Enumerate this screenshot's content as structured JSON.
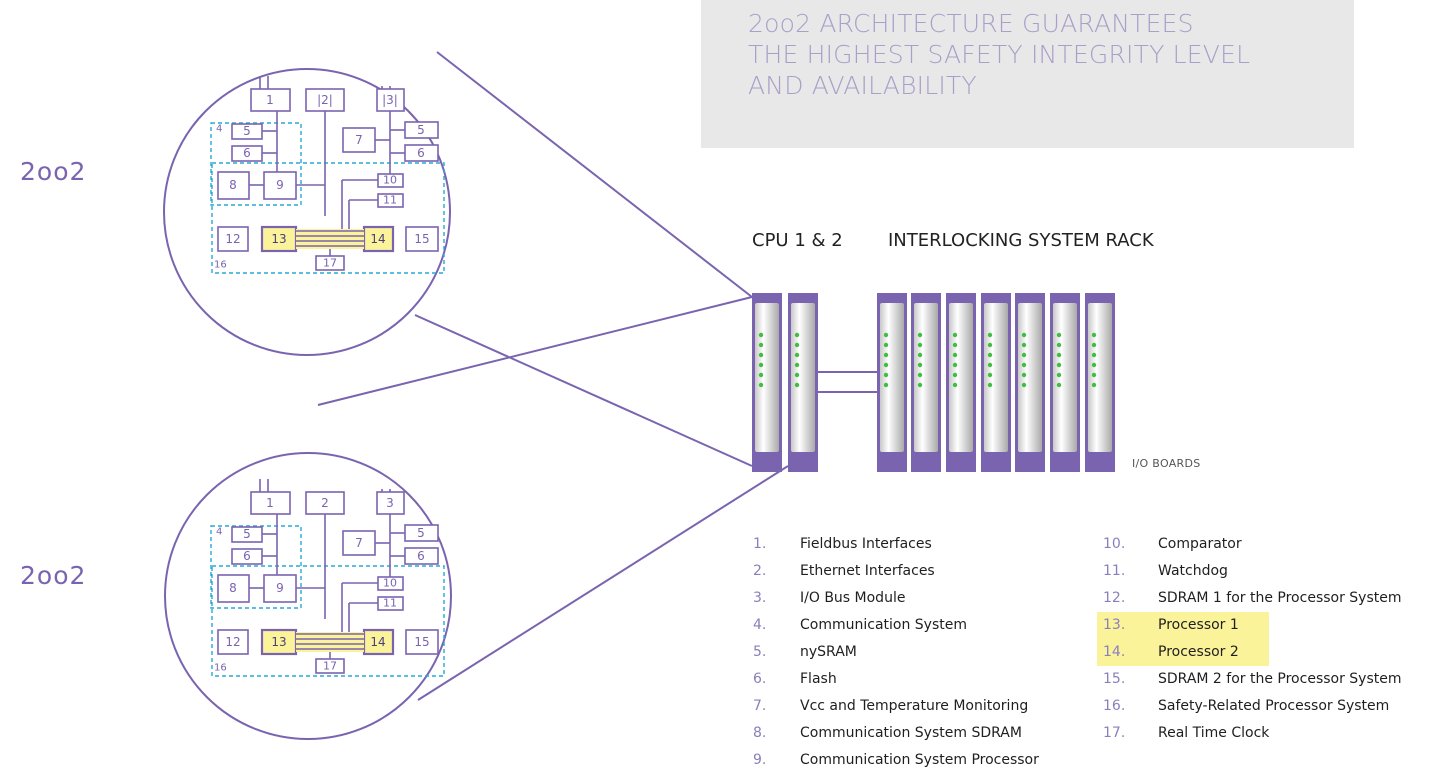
{
  "banner": {
    "lines": [
      "2oo2 ARCHITECTURE GUARANTEES",
      "THE HIGHEST SAFETY INTEGRITY LEVEL",
      "AND AVAILABILITY"
    ]
  },
  "arch_labels": [
    "2oo2",
    "2oo2"
  ],
  "rack": {
    "cpu_label": "CPU 1 & 2",
    "system_label": "INTERLOCKING SYSTEM RACK",
    "io_label": "I/O BOARDS"
  },
  "diagram_box_labels": {
    "top": [
      "1",
      "|2|",
      "|3|",
      "4",
      "5",
      "6",
      "7",
      "5",
      "6",
      "8",
      "9",
      "10",
      "11",
      "12",
      "13",
      "14",
      "15",
      "16",
      "17"
    ],
    "bottom": [
      "1",
      "2",
      "3",
      "4",
      "5",
      "6",
      "7",
      "5",
      "6",
      "8",
      "9",
      "10",
      "11",
      "12",
      "13",
      "14",
      "15",
      "16",
      "17"
    ]
  },
  "legend": {
    "left": [
      {
        "num": "1.",
        "text": "Fieldbus Interfaces"
      },
      {
        "num": "2.",
        "text": "Ethernet Interfaces"
      },
      {
        "num": "3.",
        "text": "I/O Bus Module"
      },
      {
        "num": "4.",
        "text": "Communication System"
      },
      {
        "num": "5.",
        "text": "nySRAM"
      },
      {
        "num": "6.",
        "text": "Flash"
      },
      {
        "num": "7.",
        "text": "Vcc and Temperature Monitoring"
      },
      {
        "num": "8.",
        "text": "Communication System SDRAM"
      },
      {
        "num": "9.",
        "text": "Communication System Processor"
      }
    ],
    "right": [
      {
        "num": "10.",
        "text": "Comparator",
        "highlight": false
      },
      {
        "num": "11.",
        "text": "Watchdog",
        "highlight": false
      },
      {
        "num": "12.",
        "text": "SDRAM 1 for the Processor System",
        "highlight": false
      },
      {
        "num": "13.",
        "text": "Processor 1",
        "highlight": true
      },
      {
        "num": "14.",
        "text": "Processor 2",
        "highlight": true
      },
      {
        "num": "15.",
        "text": "SDRAM 2 for the Processor System",
        "highlight": false
      },
      {
        "num": "16.",
        "text": "Safety-Related Processor System",
        "highlight": false
      },
      {
        "num": "17.",
        "text": "Real Time Clock",
        "highlight": false
      }
    ]
  },
  "colors": {
    "purple": "#7a64b0",
    "dashed": "#29a9d8",
    "highlight": "#fbf39a",
    "led": "#3fbf3f"
  }
}
